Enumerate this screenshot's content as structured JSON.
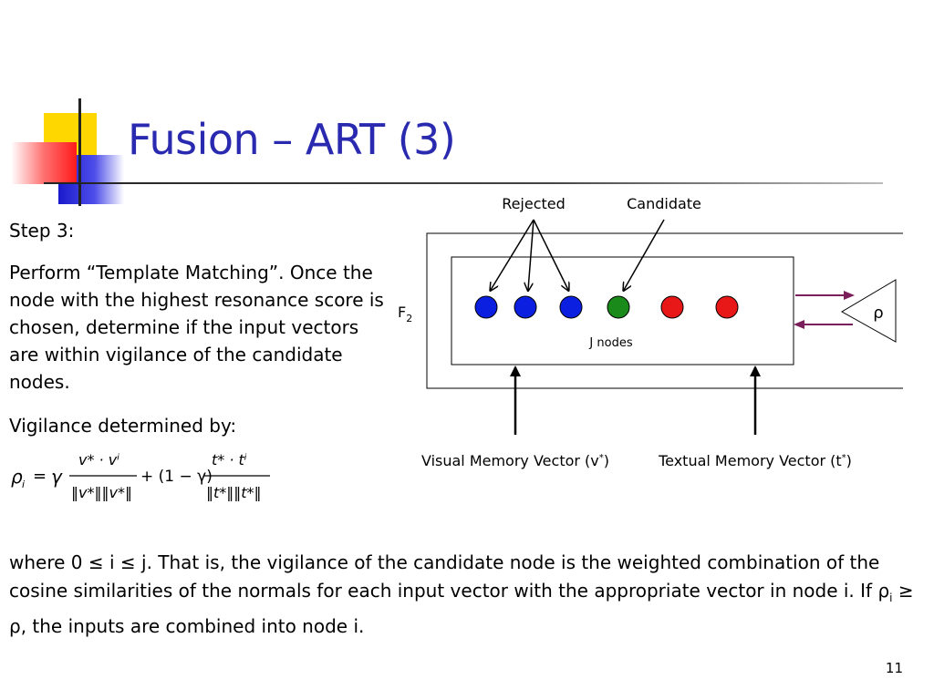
{
  "title": "Fusion – ART (3)",
  "step": {
    "label": "Step 3:",
    "description": "Perform “Template Matching”. Once the node with the highest resonance score is chosen, determine if the input vectors are within vigilance of the candidate nodes.",
    "vigilance_label": "Vigilance determined by:"
  },
  "formula": {
    "lhs": "ρ",
    "lhs_sub": "i",
    "gamma": "γ",
    "num1": "v* · vⁱ",
    "den1": "‖v*‖‖v*‖",
    "plus_term": "+ (1 − γ)",
    "num2": "t* · tⁱ",
    "den2": "‖t*‖‖t*‖"
  },
  "diagram": {
    "rejected_label": "Rejected",
    "candidate_label": "Candidate",
    "layer_label": "F",
    "layer_sub": "2",
    "nodes_label": "J nodes",
    "rho_label": "ρ",
    "visual_label": "Visual Memory Vector (v",
    "textual_label": "Textual Memory Vector (t",
    "label_sup": "*",
    "label_close": ")",
    "nodes": [
      {
        "state": "rejected",
        "color": "#0b1fe0"
      },
      {
        "state": "rejected",
        "color": "#0b1fe0"
      },
      {
        "state": "rejected",
        "color": "#0b1fe0"
      },
      {
        "state": "candidate",
        "color": "#1a8a1a"
      },
      {
        "state": "other",
        "color": "#e81818"
      },
      {
        "state": "other",
        "color": "#e81818"
      }
    ],
    "arrow_color": "#7a1f5a"
  },
  "conclusion": {
    "part1": "where 0 ≤ i ≤ j. That is, the vigilance of the candidate node is the weighted combination of the cosine similarities of the normals for each input vector with the appropriate vector in node i. If ρ",
    "sub": "i",
    "part2": " ≥ ρ, the inputs are combined into node i."
  },
  "page_number": "11",
  "colors": {
    "title": "#2a2ab0",
    "deco_yellow": "#ffd700",
    "deco_blue": "#1a1acc",
    "deco_red": "#ff1a1a"
  }
}
